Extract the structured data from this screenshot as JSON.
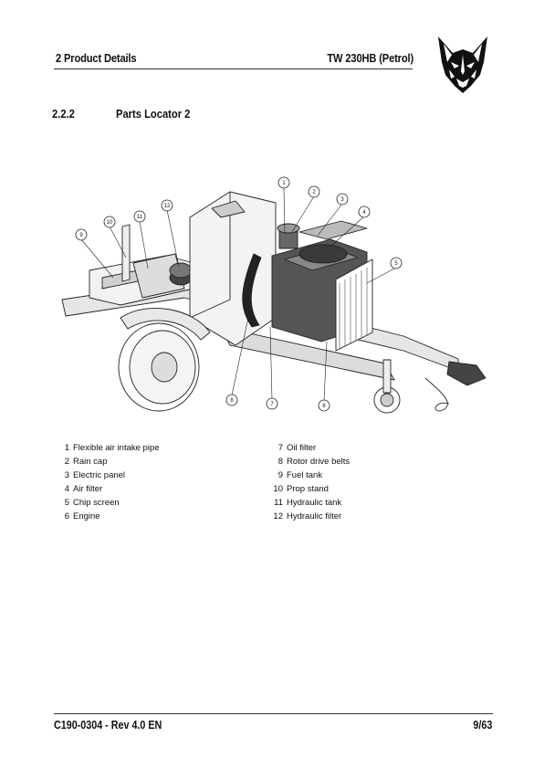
{
  "header": {
    "chapter": "2 Product Details",
    "model": "TW 230HB (Petrol)"
  },
  "logo": {
    "icon": "wolf-head-icon"
  },
  "section": {
    "number": "2.2.2",
    "title": "Parts Locator 2"
  },
  "figure": {
    "callouts": [
      "1",
      "2",
      "3",
      "4",
      "5",
      "6",
      "7",
      "8",
      "9",
      "10",
      "11",
      "12"
    ]
  },
  "legend": {
    "left": [
      {
        "num": "1",
        "label": "Flexible air intake pipe"
      },
      {
        "num": "2",
        "label": "Rain cap"
      },
      {
        "num": "3",
        "label": "Electric panel"
      },
      {
        "num": "4",
        "label": "Air filter"
      },
      {
        "num": "5",
        "label": "Chip screen"
      },
      {
        "num": "6",
        "label": "Engine"
      }
    ],
    "right": [
      {
        "num": "7",
        "label": "Oil filter"
      },
      {
        "num": "8",
        "label": "Rotor drive belts"
      },
      {
        "num": "9",
        "label": "Fuel tank"
      },
      {
        "num": "10",
        "label": "Prop stand"
      },
      {
        "num": "11",
        "label": "Hydraulic tank"
      },
      {
        "num": "12",
        "label": "Hydraulic filter"
      }
    ]
  },
  "footer": {
    "doc_ref": "C190-0304 - Rev 4.0  EN",
    "page": "9/63"
  }
}
